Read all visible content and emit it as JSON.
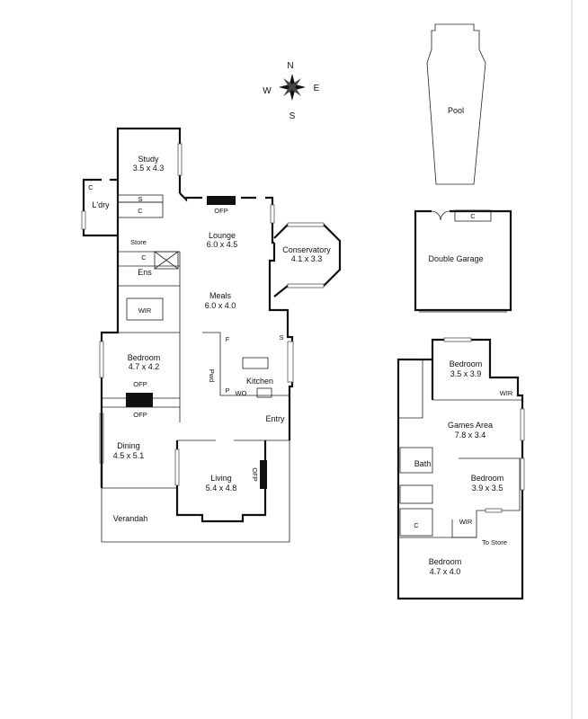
{
  "compass": {
    "n": "N",
    "s": "S",
    "e": "E",
    "w": "W"
  },
  "outdoor": {
    "pool": "Pool",
    "garage": "Double Garage",
    "garage_cupboard": "C"
  },
  "ground_floor": {
    "study": {
      "name": "Study",
      "size": "3.5 x 4.3"
    },
    "laundry": {
      "name": "L'dry",
      "cupboard": "C"
    },
    "shelf": "S",
    "cupboard": "C",
    "store": "Store",
    "ens": {
      "name": "Ens",
      "cupboard": "C"
    },
    "wir": "WIR",
    "lounge": {
      "name": "Lounge",
      "size": "6.0 x 4.5",
      "fireplace": "OFP"
    },
    "conservatory": {
      "name": "Conservatory",
      "size": "4.1 x 3.3"
    },
    "meals": {
      "name": "Meals",
      "size": "6.0 x 4.0"
    },
    "bedroom": {
      "name": "Bedroom",
      "size": "4.7 x 4.2",
      "fireplace": "OFP"
    },
    "dining": {
      "name": "Dining",
      "size": "4.5 x 5.1",
      "fireplace": "OFP"
    },
    "fridge": "F",
    "store_s": "S",
    "pwd": "Pwd",
    "pantry": "P",
    "wall_oven": "WO",
    "kitchen": "Kitchen",
    "entry": "Entry",
    "living": {
      "name": "Living",
      "size": "5.4 x 4.8",
      "fireplace": "OFP"
    },
    "verandah": "Verandah"
  },
  "upper_floor": {
    "bedroom1": {
      "name": "Bedroom",
      "size": "3.5 x 3.9"
    },
    "wir1": "WIR",
    "games": {
      "name": "Games Area",
      "size": "7.8 x 3.4"
    },
    "bath": "Bath",
    "bedroom2": {
      "name": "Bedroom",
      "size": "3.9 x 3.5"
    },
    "cupboard": "C",
    "wir2": "WIR",
    "to_store": "To Store",
    "bedroom3": {
      "name": "Bedroom",
      "size": "4.7 x 4.0"
    }
  }
}
